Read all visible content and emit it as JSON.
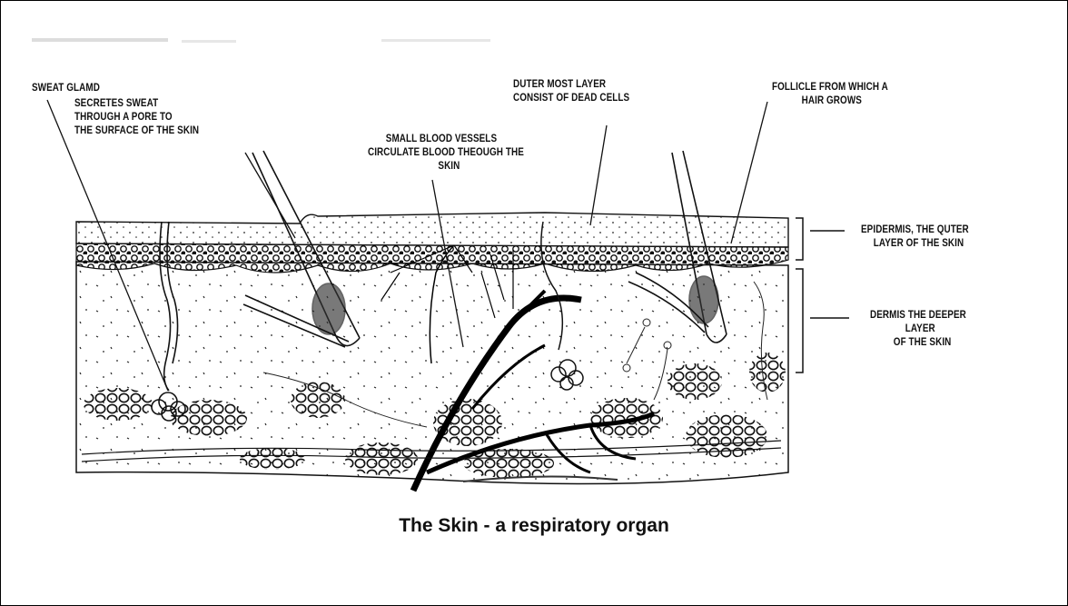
{
  "diagram": {
    "caption": "The Skin - a respiratory organ",
    "labels": {
      "sweat_gland": {
        "title": "SWEAT GLAMD",
        "lines": [
          "SECRETES SWEAT",
          "THROUGH A PORE TO",
          "THE SURFACE OF THE SKIN"
        ]
      },
      "outer_layer": {
        "lines": [
          "DUTER MOST LAYER",
          "CONSIST OF DEAD CELLS"
        ]
      },
      "follicle": {
        "lines": [
          "FOLLICLE FROM WHICH A",
          "HAIR GROWS"
        ]
      },
      "blood_vessels": {
        "lines": [
          "SMALL BLOOD VESSELS",
          "CIRCULATE BLOOD THEOUGH THE",
          "SKIN"
        ]
      },
      "epidermis": {
        "lines": [
          "EPIDERMIS, THE QUTER",
          "LAYER OF THE SKIN"
        ]
      },
      "dermis": {
        "lines": [
          "DERMIS THE DEEPER",
          "LAYER",
          "OF THE SKIN"
        ]
      }
    }
  }
}
